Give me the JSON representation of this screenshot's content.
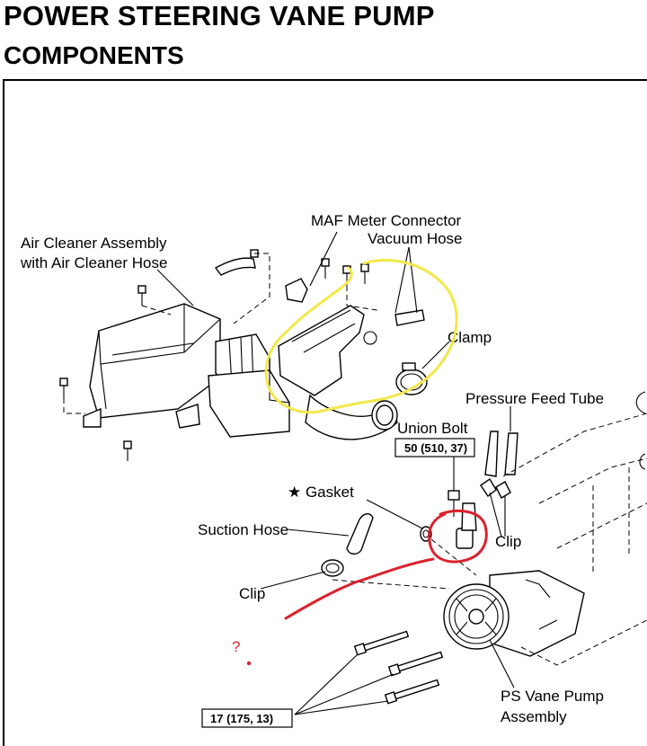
{
  "header": {
    "title": "POWER STEERING VANE PUMP",
    "subtitle": "COMPONENTS"
  },
  "labels": {
    "air_cleaner_line1": "Air Cleaner Assembly",
    "air_cleaner_line2": "with Air Cleaner Hose",
    "maf_meter_connector": "MAF Meter Connector",
    "vacuum_hose": "Vacuum Hose",
    "clamp": "Clamp",
    "pressure_feed_tube": "Pressure Feed Tube",
    "union_bolt": "Union Bolt",
    "gasket": "★ Gasket",
    "suction_hose": "Suction Hose",
    "clip_right": "Clip",
    "clip_left": "Clip",
    "ps_pump_line1": "PS Vane Pump",
    "ps_pump_line2": "Assembly",
    "question_mark": "?"
  },
  "torque_specs": {
    "union_bolt": "50 (510, 37)",
    "pump_bolts": "17 (175, 13)"
  },
  "annotation_colors": {
    "yellow": "#f2e84b",
    "red": "#d9232e"
  }
}
